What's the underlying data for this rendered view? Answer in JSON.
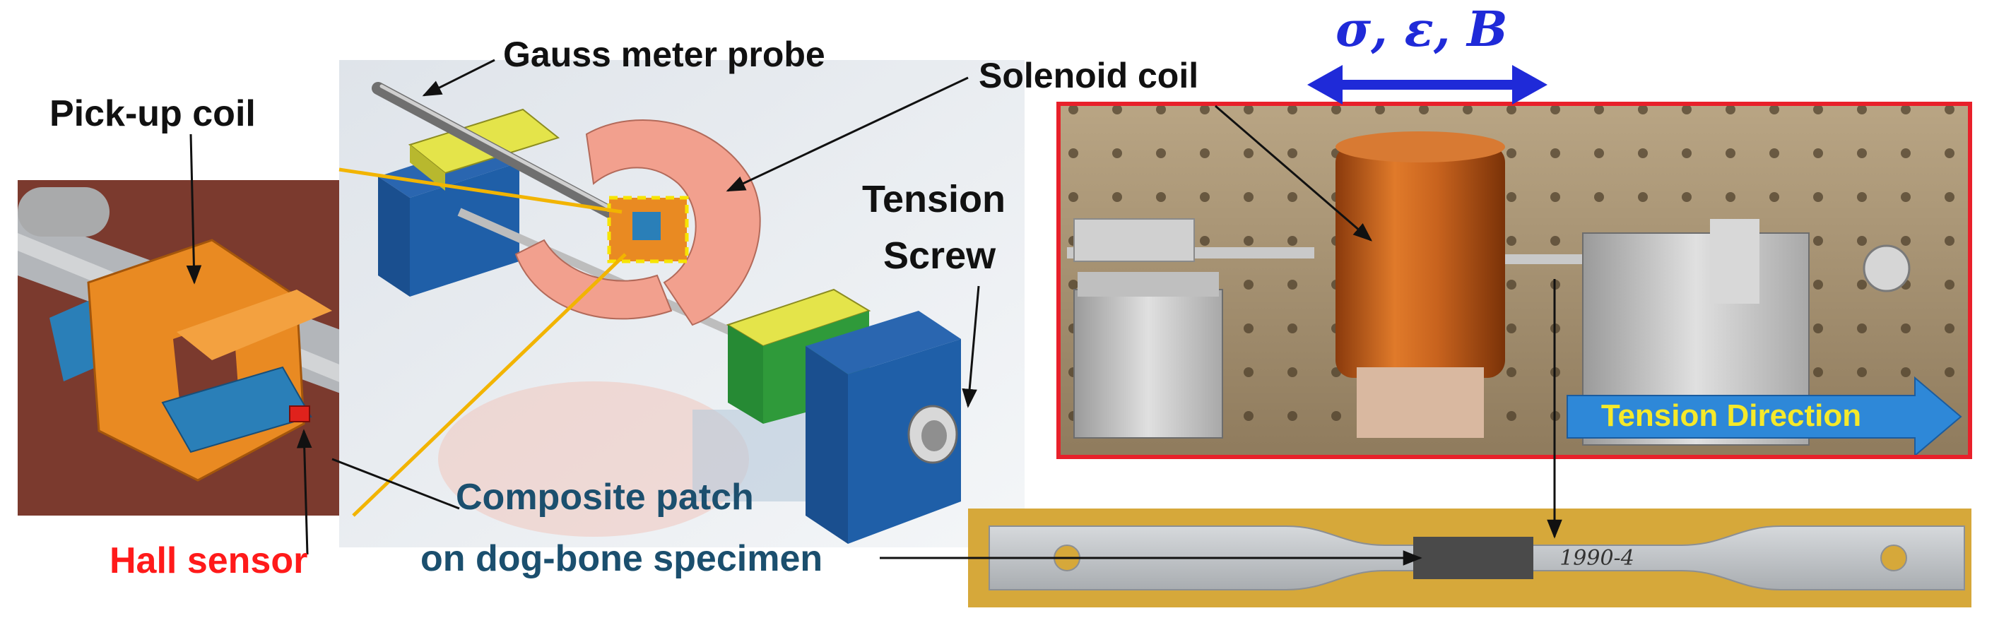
{
  "labels": {
    "gauss_probe": "Gauss meter probe",
    "solenoid_coil": "Solenoid coil",
    "pickup_coil": "Pick-up coil",
    "tension_screw_1": "Tension",
    "tension_screw_2": "Screw",
    "hall_sensor": "Hall sensor",
    "composite_patch_1": "Composite patch",
    "composite_patch_2": "on dog-bone specimen",
    "measured_quantities": "σ, ε, B",
    "tension_direction": "Tension Direction",
    "specimen_marking": "1990-4"
  },
  "colors": {
    "label_dark": "#111111",
    "label_blue": "#1b4f6e",
    "hall_red": "#ff1a1a",
    "arrow_blue": "#1f2ad8",
    "photo_frame_red": "#e8202a",
    "tension_arrow_blue": "#2e88d8",
    "tension_text_yellow": "#f5e92a",
    "coil_salmon": "#f2a08e",
    "coil_orange": "#ef8a1a",
    "block_blue": "#1f5fa8",
    "clamp_yellow": "#d9d93a",
    "clamp_green": "#2f9a3a",
    "copper": "#c8631e",
    "guide_line_orange": "#f2b400"
  },
  "icons": [
    "double-headed-arrow-icon",
    "tension-direction-arrow-icon"
  ]
}
